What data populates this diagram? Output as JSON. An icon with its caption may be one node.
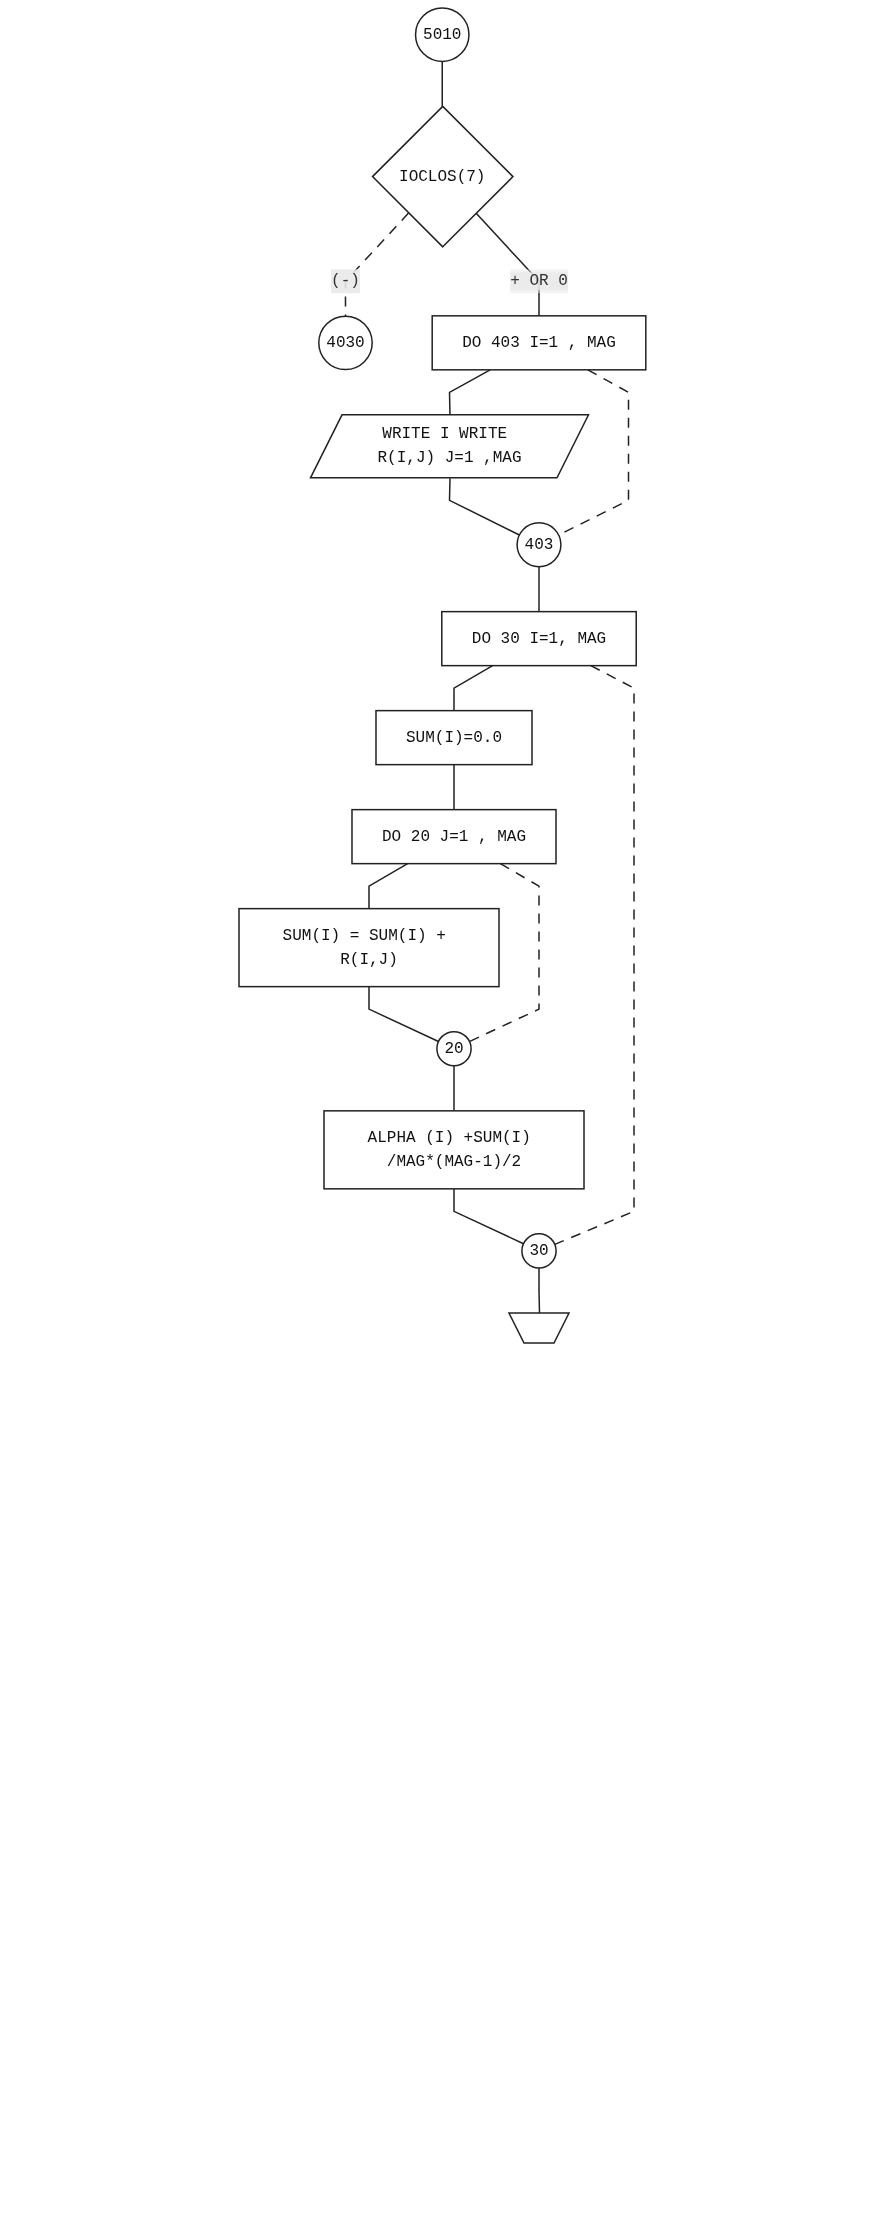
{
  "diagram": {
    "nodes": [
      {
        "text": [
          "5010"
        ]
      },
      {
        "text": [
          "IOCLOS(7)"
        ]
      },
      {
        "text": [
          "4030"
        ]
      },
      {
        "text": [
          "DO 403 I=1 , MAG"
        ]
      },
      {
        "text": [
          "WRITE I WRITE R(I,J) J=1 ,MAG"
        ]
      },
      {
        "text": [
          "403"
        ]
      },
      {
        "text": [
          "DO 30 I=1, MAG"
        ]
      },
      {
        "text": [
          "SUM(I)=0.0"
        ]
      },
      {
        "text": [
          "DO 20 J=1 , MAG"
        ]
      },
      {
        "text": [
          "SUM(I) = SUM(I) + R(I,J)"
        ]
      },
      {
        "text": [
          "20"
        ]
      },
      {
        "text": [
          "ALPHA (I) +SUM(I) /MAG*(MAG-1)/2"
        ]
      },
      {
        "text": [
          "30"
        ]
      },
      {
        "text": [],
        "shape": "pentagon"
      }
    ],
    "edges": [
      {
        "from": 0,
        "to": 1,
        "arrow": "none"
      },
      {
        "from": 1,
        "to": 2,
        "arrow": "none",
        "label": "(-)",
        "style": "dashed"
      },
      {
        "from": 1,
        "to": 3,
        "arrow": "none",
        "label": "+ OR 0"
      },
      {
        "from": 3,
        "to": 4,
        "arrow": "none"
      },
      {
        "from": 4,
        "to": 5,
        "arrow": "none"
      },
      {
        "from": 3,
        "to": 5,
        "arrow": "none",
        "style": "dashed"
      },
      {
        "from": 5,
        "to": 6,
        "arrow": "none"
      },
      {
        "from": 6,
        "to": 7,
        "arrow": "none"
      },
      {
        "from": 7,
        "to": 8,
        "arrow": "none"
      },
      {
        "from": 8,
        "to": 9,
        "arrow": "none"
      },
      {
        "from": 9,
        "to": 10,
        "arrow": "none"
      },
      {
        "from": 8,
        "to": 10,
        "arrow": "none",
        "style": "dashed"
      },
      {
        "from": 10,
        "to": 11,
        "arrow": "none"
      },
      {
        "from": 11,
        "to": 12,
        "arrow": "none"
      },
      {
        "from": 6,
        "to": 12,
        "arrow": "none",
        "style": "dashed"
      },
      {
        "from": 12,
        "to": 13,
        "arrow": "none"
      }
    ]
  }
}
